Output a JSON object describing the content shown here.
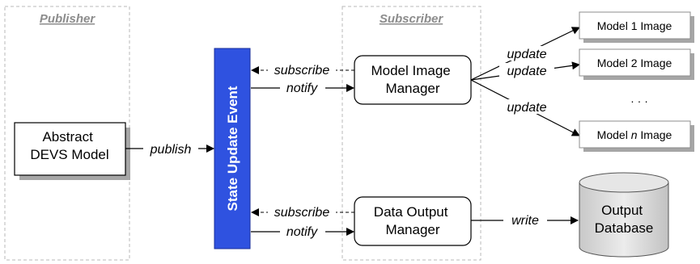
{
  "lanes": {
    "publisher_title": "Publisher",
    "subscriber_title": "Subscriber"
  },
  "nodes": {
    "abstract_model": [
      "Abstract",
      "DEVS Model"
    ],
    "event_bar": "State Update Event",
    "model_image_manager": [
      "Model Image",
      "Manager"
    ],
    "data_output_manager": [
      "Data Output",
      "Manager"
    ],
    "model1": "Model 1 Image",
    "model2": "Model 2 Image",
    "ellipsis": "· · ·",
    "modeln_prefix": "Model ",
    "modeln_var": "n",
    "modeln_suffix": " Image",
    "database": [
      "Output",
      "Database"
    ]
  },
  "edges": {
    "publish": "publish",
    "subscribe": "subscribe",
    "notify": "notify",
    "update": "update",
    "write": "write"
  },
  "colors": {
    "event_bar": "#2f52e0",
    "lane_border": "#b8b8b8",
    "shadow": "#a6a6a6",
    "db_fill": "#d4d4d4"
  }
}
